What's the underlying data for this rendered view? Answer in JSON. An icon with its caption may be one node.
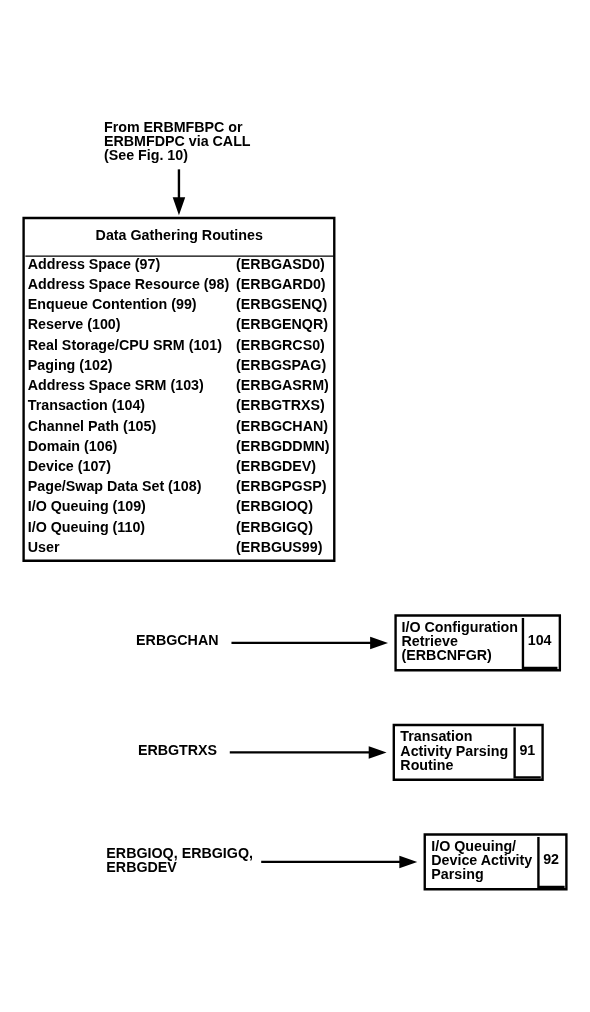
{
  "diagram": {
    "nodes": [
      {
        "text": [
          "From ERBMFBPC or ERBMFDPC via CALL (See Fig. 10)"
        ]
      },
      {
        "text": [
          "Data Gathering Routines",
          "Address Space (97)",
          "(ERBGASD0)",
          "Address Space Resource (98)",
          "(ERBGARD0)",
          "Enqueue Contention (99)",
          "(ERBGSENQ)",
          "Reserve (100)",
          "(ERBGENQR)",
          "Real Storage/CPU SRM (101)",
          "(ERBGRCS0)",
          "Paging (102)",
          "(ERBGSPAG)",
          "Address Space SRM (103)",
          "(ERBGASRM)",
          "Transaction (104)",
          "(ERBGTRXS)",
          "Channel Path (105)",
          "(ERBGCHAN)",
          "Domain (106)",
          "(ERBGDDMN)",
          "Device (107)",
          "(ERBGDEV)",
          "Page/Swap Data Set (108)",
          "(ERBGPGSP)",
          "I/O Queuing (109)",
          "(ERBGIOQ)",
          "I/O Queuing (110)",
          "(ERBGIGQ)",
          "User",
          "(ERBGUS99)"
        ]
      },
      {
        "text": [
          "ERBGCHAN"
        ]
      },
      {
        "text": [
          "I/O Configuration Retrieve (ERBCNFGR)",
          "104"
        ]
      },
      {
        "text": [
          "ERBGTRXS"
        ]
      },
      {
        "text": [
          "Transation Activity Parsing Routine",
          "91"
        ]
      },
      {
        "text": [
          "ERBGIOQ, ERBGIGQ, ERBGDEV"
        ]
      },
      {
        "text": [
          "I/O Queuing/ Device Activity Parsing",
          "92"
        ]
      }
    ],
    "edges": [
      {
        "from": 0,
        "to": 1,
        "arrow": "to"
      },
      {
        "from": 2,
        "to": 3,
        "arrow": "to"
      },
      {
        "from": 4,
        "to": 5,
        "arrow": "to"
      },
      {
        "from": 6,
        "to": 7,
        "arrow": "to"
      }
    ]
  }
}
